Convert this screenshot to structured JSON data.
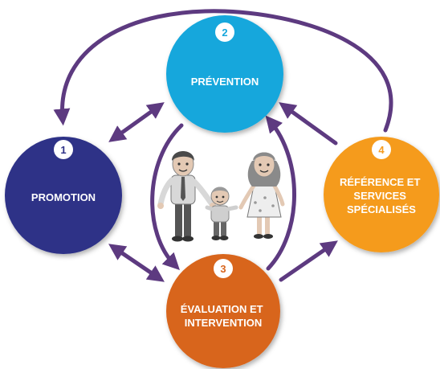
{
  "colors": {
    "arrow": "#5d3a80",
    "promotion": "#2e3187",
    "prevention": "#17a7dc",
    "evaluation": "#d8651e",
    "reference": "#f59b1f"
  },
  "nodes": [
    {
      "id": "promotion",
      "number": "1",
      "lines": [
        "PROMOTION"
      ]
    },
    {
      "id": "prevention",
      "number": "2",
      "lines": [
        "PRÉVENTION"
      ]
    },
    {
      "id": "evaluation",
      "number": "3",
      "lines": [
        "ÉVALUATION ET",
        "INTERVENTION"
      ]
    },
    {
      "id": "reference",
      "number": "4",
      "lines": [
        "RÉFÉRENCE ET",
        "SERVICES",
        "SPÉCIALISÉS"
      ]
    }
  ],
  "illustration": "family-illustration"
}
